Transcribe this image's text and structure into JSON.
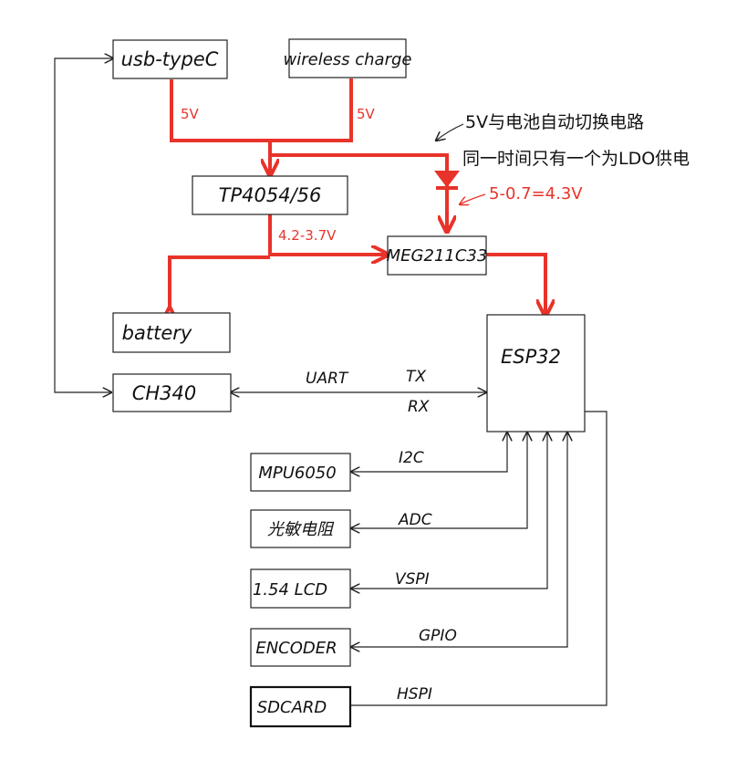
{
  "blocks": {
    "usb": "usb-typeC",
    "wireless": "wireless charge",
    "tp": "TP4054/56",
    "meg": "MEG211C33",
    "battery": "battery",
    "esp32": "ESP32",
    "ch340": "CH340",
    "mpu": "MPU6050",
    "photo": "光敏电阻",
    "lcd": "1.54 LCD",
    "encoder": "ENCODER",
    "sdcard": "SDCARD"
  },
  "power_labels": {
    "usb_v": "5V",
    "wireless_v": "5V",
    "battery_v": "4.2-3.7V",
    "diode_v": "5-0.7=4.3V"
  },
  "note": {
    "line1": "5V与电池自动切换电路",
    "line2": "同一时间只有一个为LDO供电"
  },
  "signals": {
    "uart": "UART",
    "tx": "TX",
    "rx": "RX",
    "i2c": "I2C",
    "adc": "ADC",
    "vspi": "VSPI",
    "gpio": "GPIO",
    "hspi": "HSPI"
  },
  "colors": {
    "power_line": "#e8332a",
    "wire": "#222222"
  }
}
